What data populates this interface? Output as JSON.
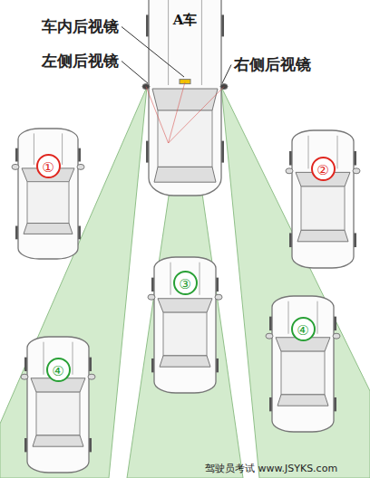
{
  "diagram": {
    "nodes": [
      {
        "text": [
          "A车"
        ]
      },
      {
        "text": [
          "①"
        ]
      },
      {
        "text": [
          "②"
        ]
      },
      {
        "text": [
          "③"
        ]
      },
      {
        "text": [
          "④"
        ]
      },
      {
        "text": [
          "④"
        ]
      }
    ],
    "labels": [
      "车内后视镜",
      "左侧后视镜",
      "右侧后视镜",
      "驾驶员考试 www.JSYKS.com"
    ]
  }
}
